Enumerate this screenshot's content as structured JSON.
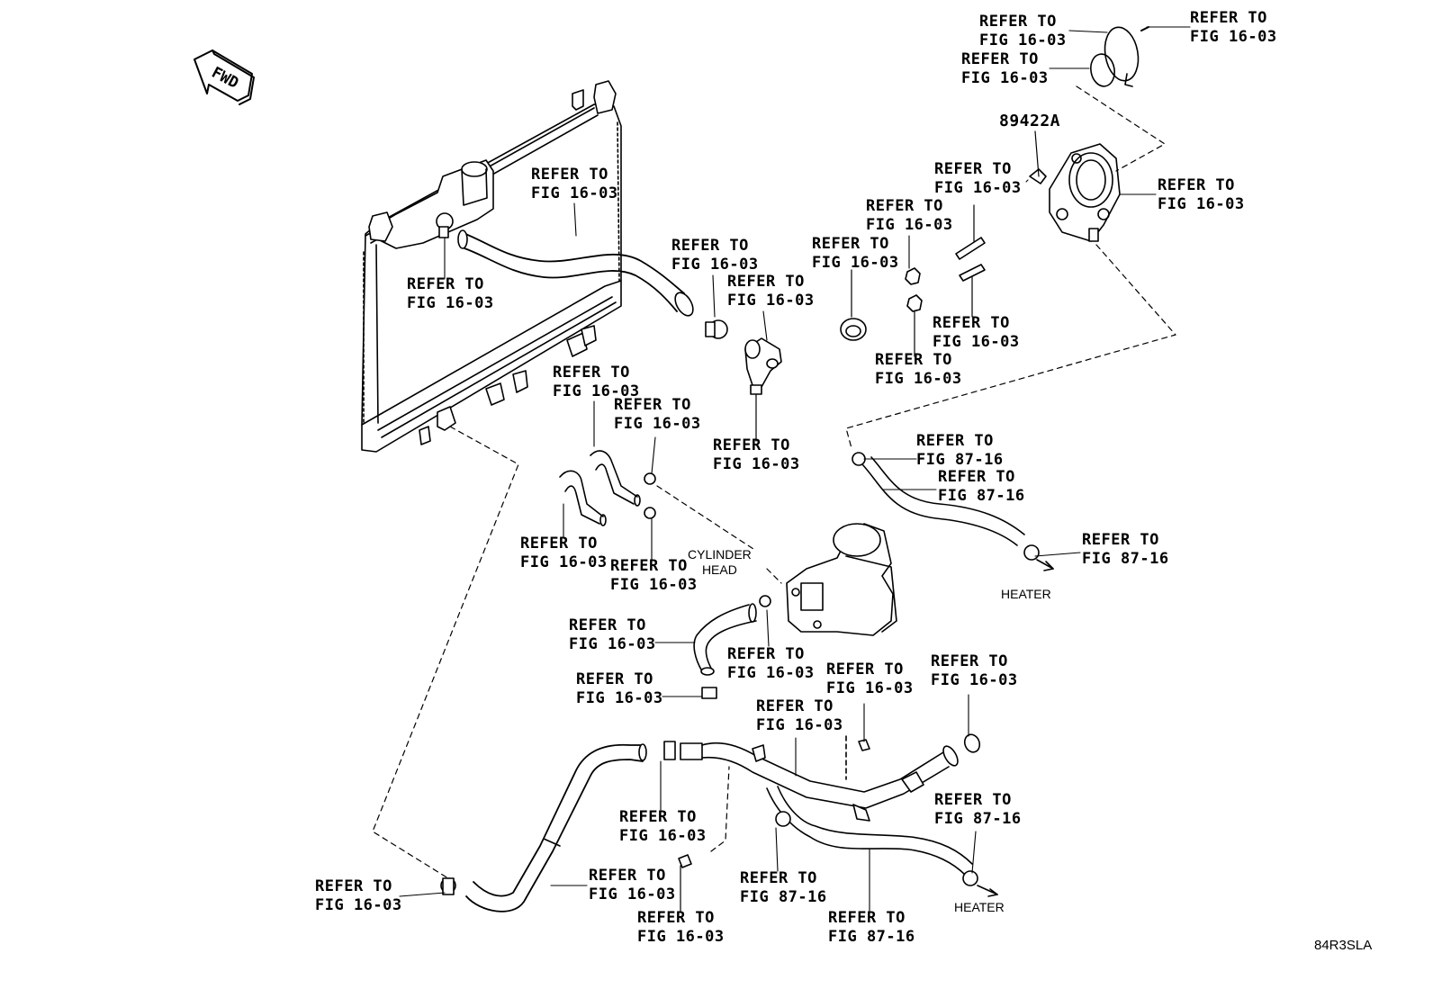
{
  "refer_labels": [
    {
      "id": "thermo-housing-oring",
      "line1": "REFER TO",
      "line2": "FIG 16-03"
    },
    {
      "id": "thermo-housing-clip",
      "line1": "REFER TO",
      "line2": "FIG 16-03"
    },
    {
      "id": "thermo-housing-ring2",
      "line1": "REFER TO",
      "line2": "FIG 16-03"
    },
    {
      "id": "thermo-housing",
      "line1": "REFER TO",
      "line2": "FIG 16-03"
    },
    {
      "id": "sensor",
      "line1": "REFER TO",
      "line2": "FIG 16-03"
    },
    {
      "id": "upper-hose",
      "line1": "REFER TO",
      "line2": "FIG 16-03"
    },
    {
      "id": "radiator-clamp",
      "line1": "REFER TO",
      "line2": "FIG 16-03"
    },
    {
      "id": "stud-nut",
      "line1": "REFER TO",
      "line2": "FIG 16-03"
    },
    {
      "id": "thermostat",
      "line1": "REFER TO",
      "line2": "FIG 16-03"
    },
    {
      "id": "upper-hose-clamp",
      "line1": "REFER TO",
      "line2": "FIG 16-03"
    },
    {
      "id": "water-outlet",
      "line1": "REFER TO",
      "line2": "FIG 16-03"
    },
    {
      "id": "stud",
      "line1": "REFER TO",
      "line2": "FIG 16-03"
    },
    {
      "id": "gasket-nut",
      "line1": "REFER TO",
      "line2": "FIG 16-03"
    },
    {
      "id": "bypass-hose-a",
      "line1": "REFER TO",
      "line2": "FIG 16-03"
    },
    {
      "id": "bypass-clamp-a",
      "line1": "REFER TO",
      "line2": "FIG 16-03"
    },
    {
      "id": "outlet-bolt",
      "line1": "REFER TO",
      "line2": "FIG 16-03"
    },
    {
      "id": "heater-clamp-upper",
      "line1": "REFER TO",
      "line2": "FIG 87-16"
    },
    {
      "id": "heater-hose-upper",
      "line1": "REFER TO",
      "line2": "FIG 87-16"
    },
    {
      "id": "heater-clamp-end",
      "line1": "REFER TO",
      "line2": "FIG 87-16"
    },
    {
      "id": "bypass-hose-b",
      "line1": "REFER TO",
      "line2": "FIG 16-03"
    },
    {
      "id": "bypass-clamp-b",
      "line1": "REFER TO",
      "line2": "FIG 16-03"
    },
    {
      "id": "oil-cooler-hose",
      "line1": "REFER TO",
      "line2": "FIG 16-03"
    },
    {
      "id": "oil-cooler-clamp",
      "line1": "REFER TO",
      "line2": "FIG 16-03"
    },
    {
      "id": "hose-clamp-lower",
      "line1": "REFER TO",
      "line2": "FIG 16-03"
    },
    {
      "id": "pipe-bolt",
      "line1": "REFER TO",
      "line2": "FIG 16-03"
    },
    {
      "id": "pipe-oring",
      "line1": "REFER TO",
      "line2": "FIG 16-03"
    },
    {
      "id": "water-pipe",
      "line1": "REFER TO",
      "line2": "FIG 16-03"
    },
    {
      "id": "heater-hose-lower-end",
      "line1": "REFER TO",
      "line2": "FIG 87-16"
    },
    {
      "id": "lower-hose-clamp",
      "line1": "REFER TO",
      "line2": "FIG 16-03"
    },
    {
      "id": "lower-hose",
      "line1": "REFER TO",
      "line2": "FIG 16-03"
    },
    {
      "id": "heater-clamp-lower",
      "line1": "REFER TO",
      "line2": "FIG 87-16"
    },
    {
      "id": "lower-clip",
      "line1": "REFER TO",
      "line2": "FIG 16-03"
    },
    {
      "id": "pipe-bolt-lower",
      "line1": "REFER TO",
      "line2": "FIG 16-03"
    },
    {
      "id": "heater-hose-lower",
      "line1": "REFER TO",
      "line2": "FIG 87-16"
    }
  ],
  "part_number": "89422A",
  "fwd_label": "FWD",
  "cylinder_head": {
    "line1": "CYLINDER",
    "line2": "HEAD"
  },
  "heater_upper": "HEATER",
  "heater_lower": "HEATER",
  "diagram_code": "84R3SLA"
}
